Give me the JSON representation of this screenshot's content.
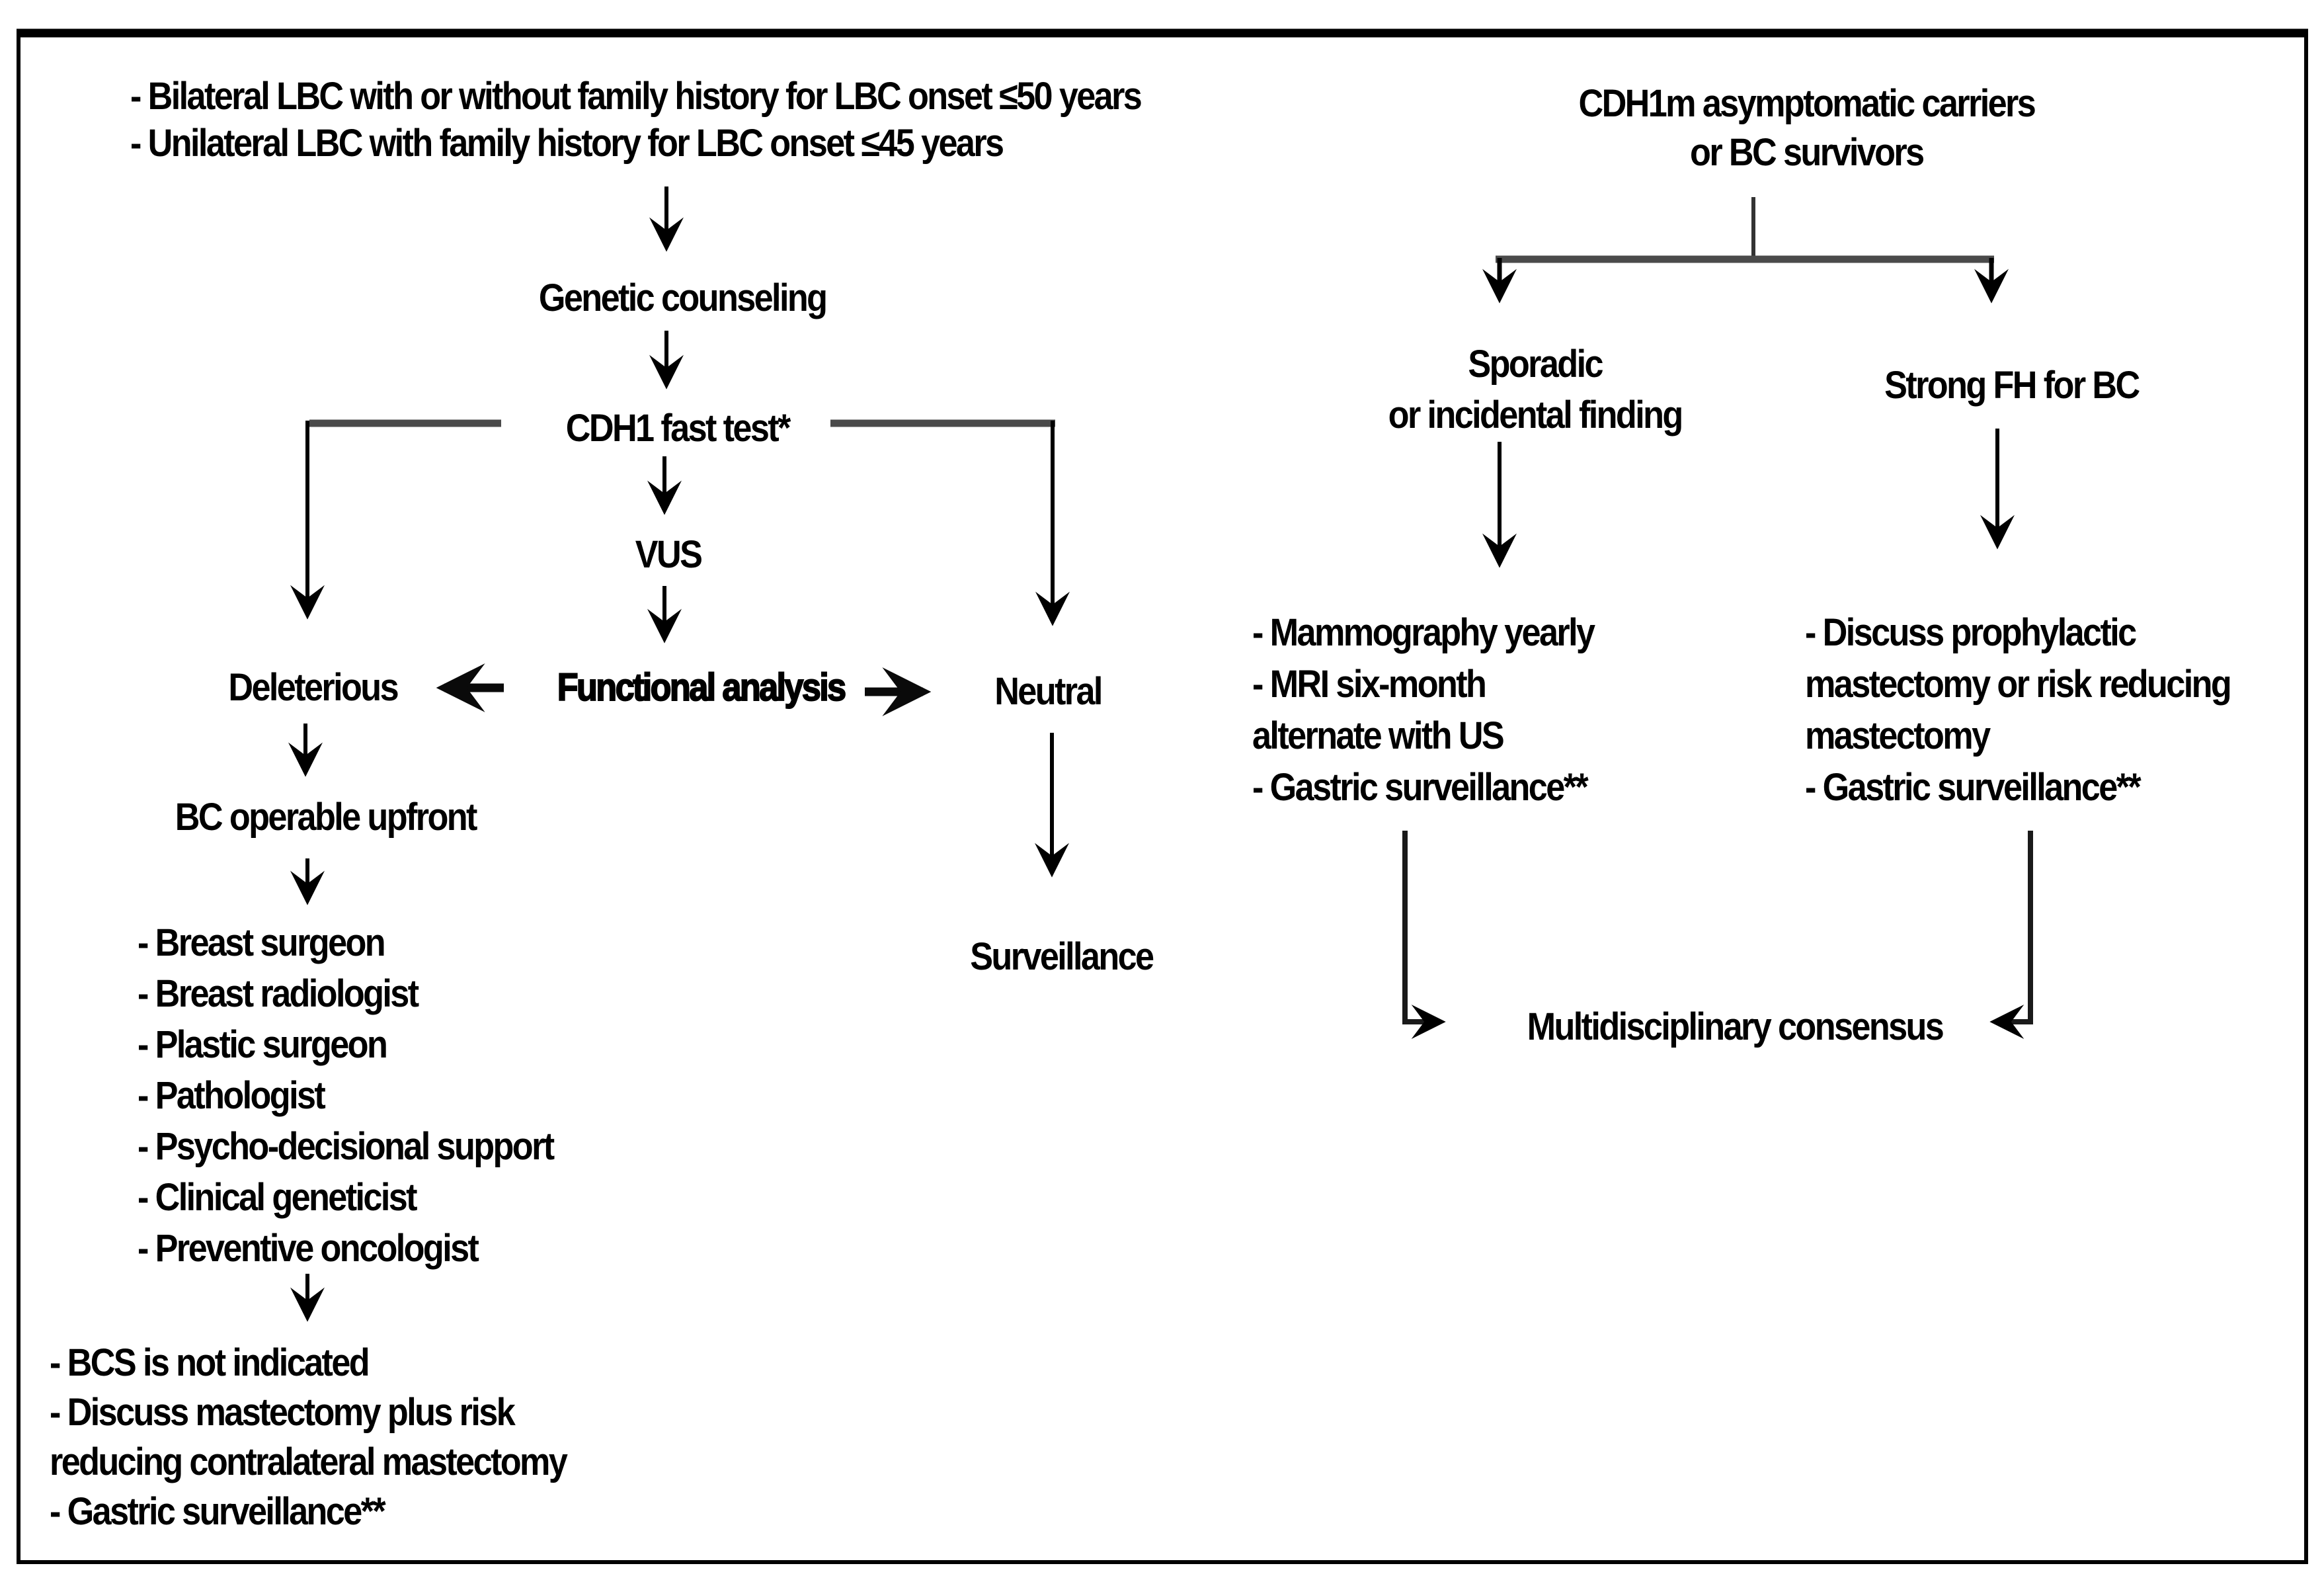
{
  "figure": {
    "colors": {
      "background": "#ffffff",
      "text": "#000000",
      "arrow": "#000000",
      "connector": "#4a4a4a",
      "border": "#000000"
    },
    "left": {
      "criteria_lines": [
        "- Bilateral LBC with or without family history for LBC onset ≤50 years",
        "- Unilateral LBC with family history for LBC onset ≤45 years"
      ],
      "genetic_counseling": "Genetic counseling",
      "cdh1_fast_test": "CDH1 fast test*",
      "vus": "VUS",
      "deleterious": "Deleterious",
      "functional_analysis": "Functional analysis",
      "neutral": "Neutral",
      "bc_operable": "BC operable upfront",
      "team_lines": [
        "- Breast surgeon",
        "- Breast radiologist",
        "- Plastic surgeon",
        "- Pathologist",
        "- Psycho-decisional support",
        "- Clinical geneticist",
        "- Preventive oncologist"
      ],
      "recommendation_lines": [
        "- BCS is not indicated",
        "- Discuss mastectomy plus risk",
        "reducing contralateral mastectomy",
        "- Gastric surveillance**"
      ],
      "surveillance": "Surveillance"
    },
    "right": {
      "header_lines": [
        "CDH1m asymptomatic carriers",
        "or BC survivors"
      ],
      "sporadic_lines": [
        "Sporadic",
        "or incidental finding"
      ],
      "strong_fh": "Strong FH for BC",
      "sporadic_plan_lines": [
        "- Mammography yearly",
        "- MRI six-month",
        "alternate with US",
        "- Gastric surveillance**"
      ],
      "strong_fh_plan_lines": [
        "- Discuss prophylactic",
        "mastectomy or risk reducing",
        "mastectomy",
        "- Gastric surveillance**"
      ],
      "consensus": "Multidisciplinary consensus"
    }
  }
}
